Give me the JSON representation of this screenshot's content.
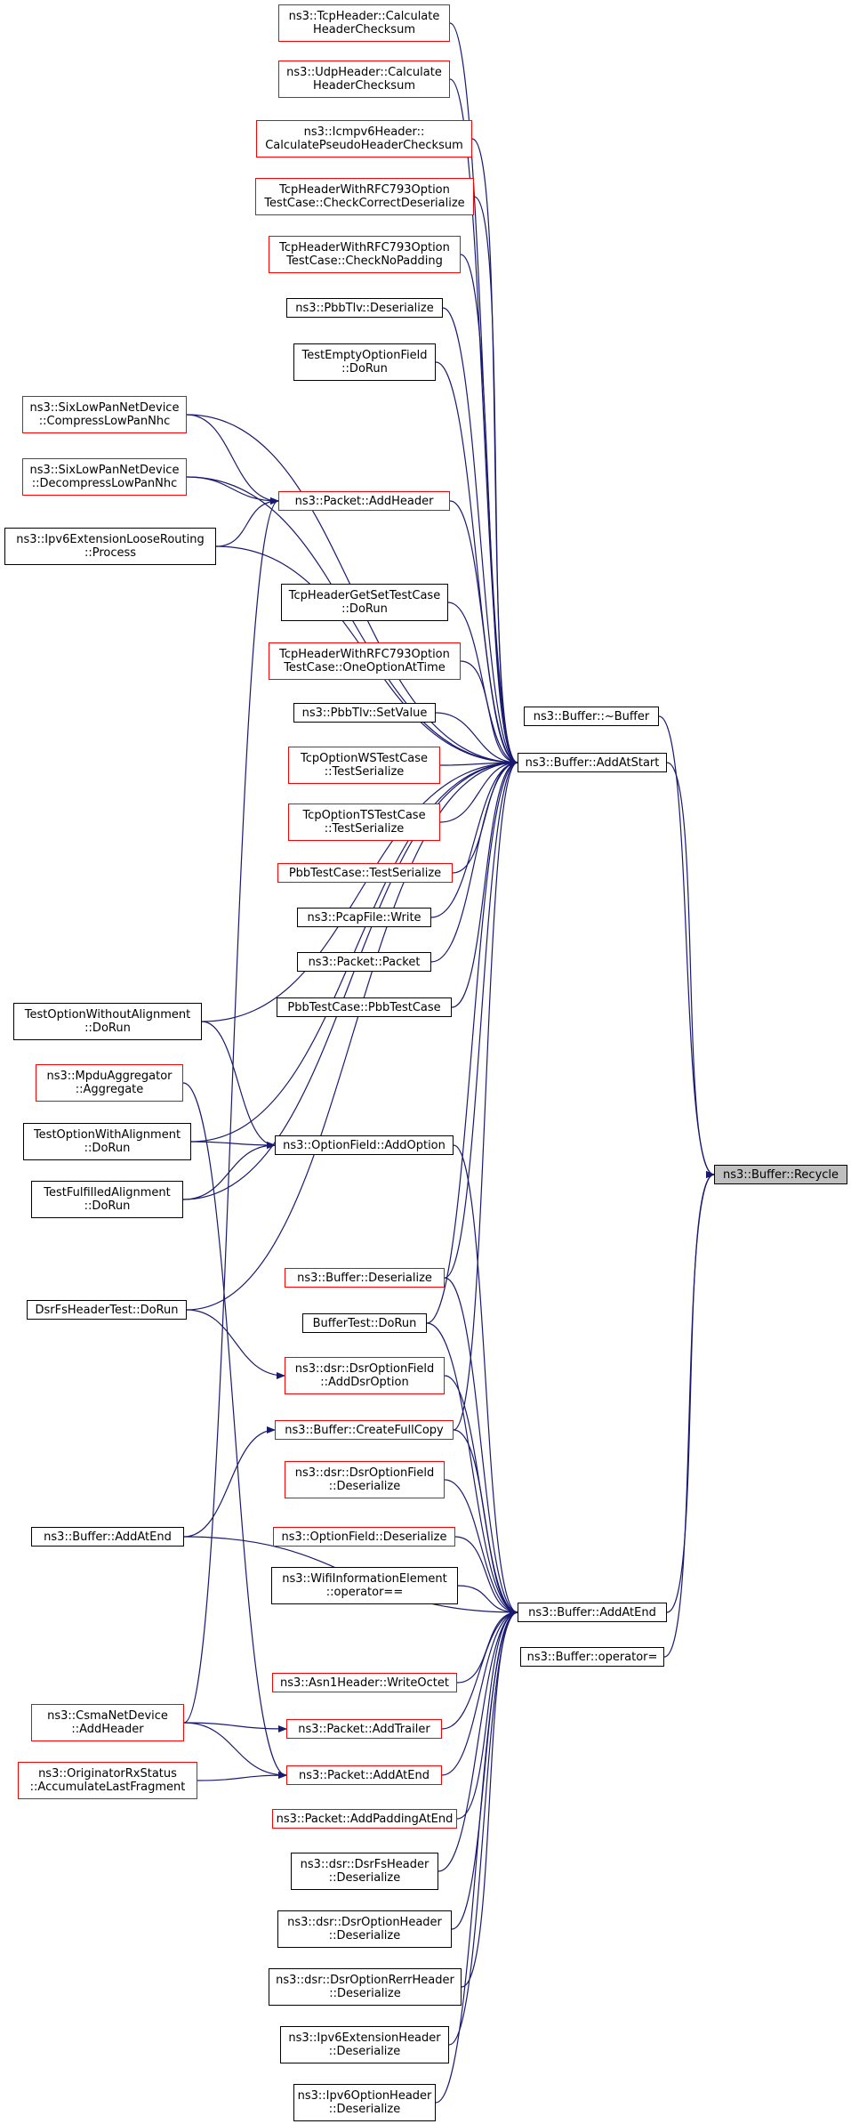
{
  "graph": {
    "title": "",
    "edge_color": "#191970",
    "focus_fill": "#bfbfbf",
    "nodes": [
      {
        "id": "n1",
        "lines": [
          "ns3::TcpHeader::Calculate",
          "HeaderChecksum"
        ],
        "border": "red"
      },
      {
        "id": "n2",
        "lines": [
          "ns3::UdpHeader::Calculate",
          "HeaderChecksum"
        ],
        "border": "red"
      },
      {
        "id": "n3",
        "lines": [
          "ns3::Icmpv6Header::",
          "CalculatePseudoHeaderChecksum"
        ],
        "border": "red"
      },
      {
        "id": "n4",
        "lines": [
          "TcpHeaderWithRFC793Option",
          "TestCase::CheckCorrectDeserialize"
        ],
        "border": "red"
      },
      {
        "id": "n5",
        "lines": [
          "TcpHeaderWithRFC793Option",
          "TestCase::CheckNoPadding"
        ],
        "border": "red"
      },
      {
        "id": "n6",
        "lines": [
          "ns3::PbbTlv::Deserialize"
        ],
        "border": "black"
      },
      {
        "id": "n7",
        "lines": [
          "TestEmptyOptionField",
          "::DoRun"
        ],
        "border": "black"
      },
      {
        "id": "n8",
        "lines": [
          "ns3::SixLowPanNetDevice",
          "::CompressLowPanNhc"
        ],
        "border": "red"
      },
      {
        "id": "n9",
        "lines": [
          "ns3::SixLowPanNetDevice",
          "::DecompressLowPanNhc"
        ],
        "border": "red"
      },
      {
        "id": "n10",
        "lines": [
          "ns3::Packet::AddHeader"
        ],
        "border": "red"
      },
      {
        "id": "n11",
        "lines": [
          "ns3::Ipv6ExtensionLooseRouting",
          "::Process"
        ],
        "border": "black"
      },
      {
        "id": "n12",
        "lines": [
          "TcpHeaderGetSetTestCase",
          "::DoRun"
        ],
        "border": "black"
      },
      {
        "id": "n13",
        "lines": [
          "TcpHeaderWithRFC793Option",
          "TestCase::OneOptionAtTime"
        ],
        "border": "red"
      },
      {
        "id": "n14",
        "lines": [
          "ns3::PbbTlv::SetValue"
        ],
        "border": "black"
      },
      {
        "id": "n15",
        "lines": [
          "TcpOptionWSTestCase",
          "::TestSerialize"
        ],
        "border": "red"
      },
      {
        "id": "n16",
        "lines": [
          "TcpOptionTSTestCase",
          "::TestSerialize"
        ],
        "border": "red"
      },
      {
        "id": "n17",
        "lines": [
          "PbbTestCase::TestSerialize"
        ],
        "border": "red"
      },
      {
        "id": "n18",
        "lines": [
          "ns3::PcapFile::Write"
        ],
        "border": "black"
      },
      {
        "id": "n19",
        "lines": [
          "ns3::Packet::Packet"
        ],
        "border": "black"
      },
      {
        "id": "n20",
        "lines": [
          "PbbTestCase::PbbTestCase"
        ],
        "border": "black"
      },
      {
        "id": "n21",
        "lines": [
          "ns3::Buffer::~Buffer"
        ],
        "border": "black"
      },
      {
        "id": "n22",
        "lines": [
          "ns3::Buffer::AddAtStart"
        ],
        "border": "black"
      },
      {
        "id": "n23",
        "lines": [
          "TestOptionWithoutAlignment",
          "::DoRun"
        ],
        "border": "black"
      },
      {
        "id": "n24",
        "lines": [
          "ns3::MpduAggregator",
          "::Aggregate"
        ],
        "border": "red"
      },
      {
        "id": "n25",
        "lines": [
          "TestOptionWithAlignment",
          "::DoRun"
        ],
        "border": "black"
      },
      {
        "id": "n26",
        "lines": [
          "ns3::OptionField::AddOption"
        ],
        "border": "black"
      },
      {
        "id": "n27",
        "lines": [
          "TestFulfilledAlignment",
          "::DoRun"
        ],
        "border": "black"
      },
      {
        "id": "n28",
        "lines": [
          "ns3::Buffer::Recycle"
        ],
        "border": "black",
        "focus": true
      },
      {
        "id": "n29",
        "lines": [
          "ns3::Buffer::Deserialize"
        ],
        "border": "red"
      },
      {
        "id": "n30",
        "lines": [
          "DsrFsHeaderTest::DoRun"
        ],
        "border": "black"
      },
      {
        "id": "n31",
        "lines": [
          "BufferTest::DoRun"
        ],
        "border": "black"
      },
      {
        "id": "n32",
        "lines": [
          "ns3::dsr::DsrOptionField",
          "::AddDsrOption"
        ],
        "border": "red"
      },
      {
        "id": "n33",
        "lines": [
          "ns3::Buffer::CreateFullCopy"
        ],
        "border": "red"
      },
      {
        "id": "n34",
        "lines": [
          "ns3::dsr::DsrOptionField",
          "::Deserialize"
        ],
        "border": "red"
      },
      {
        "id": "n35",
        "lines": [
          "ns3::Buffer::AddAtEnd"
        ],
        "border": "black"
      },
      {
        "id": "n36",
        "lines": [
          "ns3::OptionField::Deserialize"
        ],
        "border": "red"
      },
      {
        "id": "n37",
        "lines": [
          "ns3::WifiInformationElement",
          "::operator=="
        ],
        "border": "black"
      },
      {
        "id": "n38",
        "lines": [
          "ns3::Buffer::AddAtEnd"
        ],
        "border": "black"
      },
      {
        "id": "n39",
        "lines": [
          "ns3::Buffer::operator="
        ],
        "border": "black"
      },
      {
        "id": "n40",
        "lines": [
          "ns3::Asn1Header::WriteOctet"
        ],
        "border": "red"
      },
      {
        "id": "n41",
        "lines": [
          "ns3::CsmaNetDevice",
          "::AddHeader"
        ],
        "border": "red"
      },
      {
        "id": "n42",
        "lines": [
          "ns3::Packet::AddTrailer"
        ],
        "border": "red"
      },
      {
        "id": "n43",
        "lines": [
          "ns3::OriginatorRxStatus",
          "::AccumulateLastFragment"
        ],
        "border": "red"
      },
      {
        "id": "n44",
        "lines": [
          "ns3::Packet::AddAtEnd"
        ],
        "border": "red"
      },
      {
        "id": "n45",
        "lines": [
          "ns3::Packet::AddPaddingAtEnd"
        ],
        "border": "red"
      },
      {
        "id": "n46",
        "lines": [
          "ns3::dsr::DsrFsHeader",
          "::Deserialize"
        ],
        "border": "black"
      },
      {
        "id": "n47",
        "lines": [
          "ns3::dsr::DsrOptionHeader",
          "::Deserialize"
        ],
        "border": "black"
      },
      {
        "id": "n48",
        "lines": [
          "ns3::dsr::DsrOptionRerrHeader",
          "::Deserialize"
        ],
        "border": "black"
      },
      {
        "id": "n49",
        "lines": [
          "ns3::Ipv6ExtensionHeader",
          "::Deserialize"
        ],
        "border": "black"
      },
      {
        "id": "n50",
        "lines": [
          "ns3::Ipv6OptionHeader",
          "::Deserialize"
        ],
        "border": "black"
      }
    ],
    "edges": [
      [
        "n1",
        "n22"
      ],
      [
        "n2",
        "n22"
      ],
      [
        "n3",
        "n22"
      ],
      [
        "n4",
        "n22"
      ],
      [
        "n5",
        "n22"
      ],
      [
        "n6",
        "n22"
      ],
      [
        "n7",
        "n22"
      ],
      [
        "n8",
        "n22"
      ],
      [
        "n9",
        "n22"
      ],
      [
        "n10",
        "n22"
      ],
      [
        "n11",
        "n22"
      ],
      [
        "n12",
        "n22"
      ],
      [
        "n13",
        "n22"
      ],
      [
        "n14",
        "n22"
      ],
      [
        "n15",
        "n22"
      ],
      [
        "n16",
        "n22"
      ],
      [
        "n17",
        "n22"
      ],
      [
        "n18",
        "n22"
      ],
      [
        "n19",
        "n22"
      ],
      [
        "n20",
        "n22"
      ],
      [
        "n23",
        "n22"
      ],
      [
        "n25",
        "n22"
      ],
      [
        "n27",
        "n22"
      ],
      [
        "n30",
        "n22"
      ],
      [
        "n29",
        "n22"
      ],
      [
        "n31",
        "n22"
      ],
      [
        "n33",
        "n22"
      ],
      [
        "n8",
        "n10"
      ],
      [
        "n9",
        "n10"
      ],
      [
        "n11",
        "n10"
      ],
      [
        "n41",
        "n10"
      ],
      [
        "n24",
        "n44"
      ],
      [
        "n23",
        "n26"
      ],
      [
        "n25",
        "n26"
      ],
      [
        "n27",
        "n26"
      ],
      [
        "n30",
        "n32"
      ],
      [
        "n35",
        "n33"
      ],
      [
        "n41",
        "n42"
      ],
      [
        "n41",
        "n44"
      ],
      [
        "n43",
        "n44"
      ],
      [
        "n21",
        "n28"
      ],
      [
        "n22",
        "n28"
      ],
      [
        "n38",
        "n28"
      ],
      [
        "n39",
        "n28"
      ],
      [
        "n26",
        "n38"
      ],
      [
        "n29",
        "n38"
      ],
      [
        "n31",
        "n38"
      ],
      [
        "n32",
        "n38"
      ],
      [
        "n33",
        "n38"
      ],
      [
        "n34",
        "n38"
      ],
      [
        "n36",
        "n38"
      ],
      [
        "n37",
        "n38"
      ],
      [
        "n35",
        "n38"
      ],
      [
        "n40",
        "n38"
      ],
      [
        "n42",
        "n38"
      ],
      [
        "n44",
        "n38"
      ],
      [
        "n45",
        "n38"
      ],
      [
        "n46",
        "n38"
      ],
      [
        "n47",
        "n38"
      ],
      [
        "n48",
        "n38"
      ],
      [
        "n49",
        "n38"
      ],
      [
        "n50",
        "n38"
      ]
    ]
  }
}
